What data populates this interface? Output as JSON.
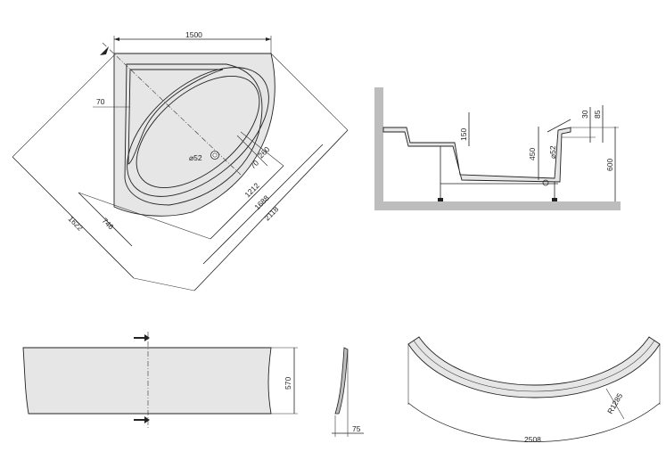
{
  "top_view": {
    "width_label": "1500",
    "offset_label": "70",
    "diag_1622": "1622",
    "diag_746": "746",
    "diag_1212": "1212",
    "diag_1688": "1688",
    "diag_2118": "2118",
    "label_260": "260",
    "label_70b": "70",
    "drain_label": "⌀52"
  },
  "side_view": {
    "depth_label": "150",
    "height_450": "450",
    "drain_label": "⌀52",
    "label_30": "30",
    "label_85": "85",
    "height_600": "600"
  },
  "front_panel": {
    "height_label": "570"
  },
  "panel_profile": {
    "thickness_label": "75"
  },
  "arc_panel": {
    "length_label": "2508",
    "radius_label": "R1285"
  }
}
